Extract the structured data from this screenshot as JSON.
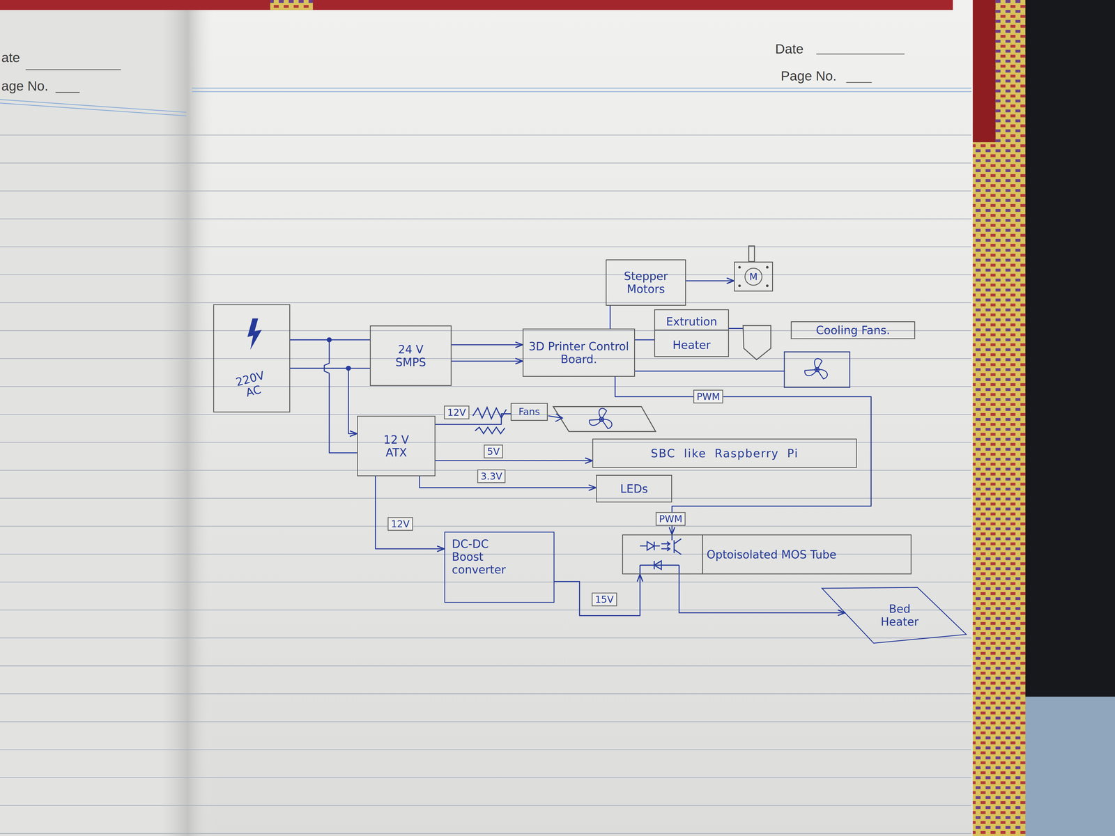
{
  "diagram": {
    "nodes": [
      {
        "text": [
          "220V AC"
        ]
      },
      {
        "text": [
          "Stepper Motors"
        ]
      },
      {
        "text": [
          "M"
        ]
      },
      {
        "text": [
          "Extrution",
          "Heater"
        ]
      },
      {
        "text": [
          "Cooling Fans."
        ]
      },
      {
        "text": [
          "24 V SMPS"
        ]
      },
      {
        "text": [
          "3D Printer Control Board."
        ]
      },
      {
        "text": [
          "12 V ATX"
        ]
      },
      {
        "text": [
          "Fans"
        ]
      },
      {
        "text": [
          "SBC like Raspberry Pi"
        ]
      },
      {
        "text": [
          "LEDs"
        ]
      },
      {
        "text": [
          "DC-DC Boost converter"
        ]
      },
      {
        "text": [
          "Optoisolated MOS Tube"
        ]
      },
      {
        "text": [
          "Bed Heater"
        ]
      }
    ],
    "edges": [
      {
        "from": 0,
        "to": 5,
        "arrow": "none"
      },
      {
        "from": 0,
        "to": 5,
        "arrow": "none"
      },
      {
        "from": 0,
        "to": 7,
        "arrow": "none"
      },
      {
        "from": 0,
        "to": 7,
        "arrow": "to"
      },
      {
        "from": 5,
        "to": 6,
        "arrow": "to"
      },
      {
        "from": 5,
        "to": 6,
        "arrow": "to"
      },
      {
        "from": 6,
        "to": 1,
        "arrow": "none"
      },
      {
        "from": 1,
        "to": 2,
        "arrow": "to"
      },
      {
        "from": 6,
        "to": 3,
        "arrow": "none"
      },
      {
        "from": 6,
        "to": 4,
        "arrow": "none"
      },
      {
        "from": 6,
        "to": 12,
        "label": "PWM",
        "arrow": "to"
      },
      {
        "from": 7,
        "to": 8,
        "label": "12V",
        "arrow": "none"
      },
      {
        "from": 7,
        "to": 9,
        "label": "5V",
        "arrow": "to"
      },
      {
        "from": 7,
        "to": 10,
        "label": "3.3V",
        "arrow": "to"
      },
      {
        "from": 7,
        "to": 11,
        "label": "12V",
        "arrow": "to"
      },
      {
        "from": 11,
        "to": 12,
        "label": "15V",
        "arrow": "to"
      },
      {
        "from": 12,
        "to": 13,
        "arrow": "to"
      }
    ],
    "labels": [
      "ate",
      "age No.",
      "Date",
      "Page No.",
      "PWM"
    ]
  }
}
